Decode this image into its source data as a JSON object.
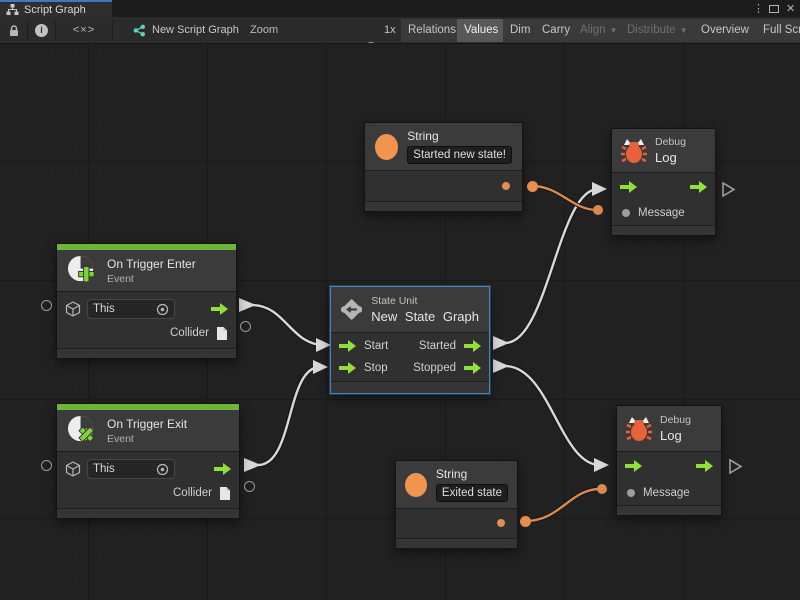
{
  "tab": {
    "title": "Script Graph"
  },
  "toolbar": {
    "code_icon_text": "<×>",
    "graph_name": "New Script Graph",
    "zoom_label": "Zoom",
    "zoom_value": "1x",
    "buttons": {
      "relations": "Relations",
      "values": "Values",
      "dim": "Dim",
      "carry": "Carry",
      "align": "Align",
      "distribute": "Distribute",
      "overview": "Overview",
      "fullscreen": "Full Scr"
    }
  },
  "nodes": {
    "string_top": {
      "title": "String",
      "value": "Started new state!"
    },
    "debug_top": {
      "kind": "Debug",
      "title": "Log",
      "input": "Message"
    },
    "trigger_enter": {
      "title": "On Trigger Enter",
      "subtitle": "Event",
      "target": "This",
      "output": "Collider"
    },
    "state_unit": {
      "kind": "State Unit",
      "title": "New State Graph",
      "inputs": [
        "Start",
        "Stop"
      ],
      "outputs": [
        "Started",
        "Stopped"
      ]
    },
    "trigger_exit": {
      "title": "On Trigger Exit",
      "subtitle": "Event",
      "target": "This",
      "output": "Collider"
    },
    "string_bottom": {
      "title": "String",
      "value": "Exited state"
    },
    "debug_bottom": {
      "kind": "Debug",
      "title": "Log",
      "input": "Message"
    }
  },
  "colors": {
    "accent_green": "#8fe03a",
    "event_bar_green": "#6fb53b",
    "value_orange": "#e78d4d",
    "wire_orange": "#db8a4f",
    "wire_white": "#d8d8d8",
    "bug_orange": "#e8613b",
    "selection_blue": "#4385c1",
    "tab_accent_blue": "#3e79bb"
  }
}
